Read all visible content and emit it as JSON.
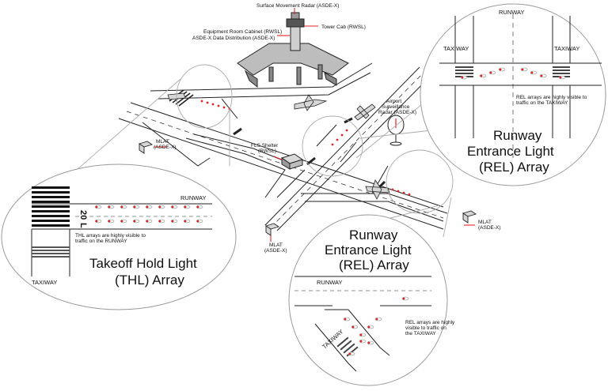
{
  "colors": {
    "line": "#222222",
    "light": "#dcdcdc",
    "red": "#e0252a",
    "paper": "#ffffff"
  },
  "labels": {
    "asdex_radar": "Surface Movement Radar (ASDE-X)",
    "equip_line1": "Equipment Room Cabinet (RWSL)",
    "equip_line2": "ASDE-X Data Distribution (ASDE-X)",
    "tower_cab": "Tower Cab (RWSL)",
    "asr_line1": "Airport",
    "asr_line2": "Surveillance",
    "asr_line3": "Radar (ASDE-X)",
    "fls_line1": "FLS Shelter",
    "fls_line2": "(RWSL)",
    "mlat_a_line1": "MLAT",
    "mlat_a_line2": "(ASDE-X)",
    "mlat_b_line1": "MLAT",
    "mlat_b_line2": "(ASDE-X)",
    "mlat_c_line1": "MLAT",
    "mlat_c_line2": "(ASDE-X)"
  },
  "thl_callout": {
    "runway": "RUNWAY",
    "runway_number": "20",
    "runway_side": "L",
    "note_line1": "THL arrays are highly visible to",
    "note_line2": "traffic on the RUNWAY",
    "title_line1": "Takeoff Hold Light",
    "title_line2": "(THL) Array",
    "taxiway": "TAXIWAY"
  },
  "rel_top_callout": {
    "runway": "RUNWAY",
    "taxiway_left": "TAXIWAY",
    "taxiway_right": "TAXIWAY",
    "note_line1": "REL arrays are highly visible to",
    "note_line2": "traffic on the TAXIWAY",
    "title_line1": "Runway",
    "title_line2": "Entrance Light",
    "title_line3": "(REL) Array"
  },
  "rel_bottom_callout": {
    "title_line1": "Runway",
    "title_line2": "Entrance Light",
    "title_line3": "(REL) Array",
    "runway": "RUNWAY",
    "taxiway": "TAXIWAY",
    "note_line1": "REL arrays are highly",
    "note_line2": "visible to traffic on",
    "note_line3": "the TAXIWAY"
  }
}
